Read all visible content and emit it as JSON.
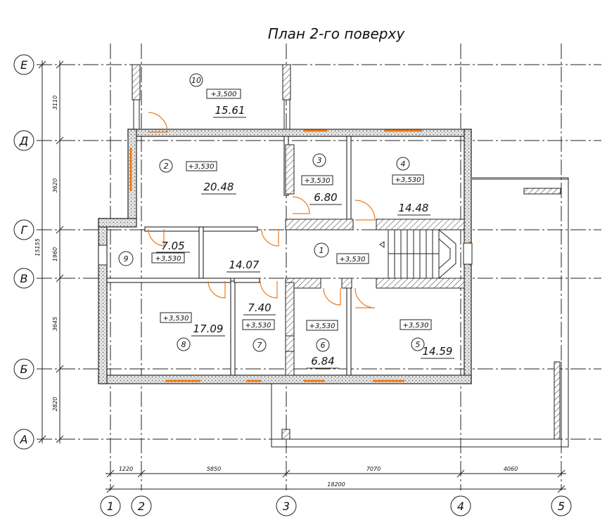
{
  "title": "План 2-го поверху",
  "axes_vertical": [
    {
      "id": "1",
      "label": "1"
    },
    {
      "id": "2",
      "label": "2"
    },
    {
      "id": "3",
      "label": "3"
    },
    {
      "id": "4",
      "label": "4"
    },
    {
      "id": "5",
      "label": "5"
    }
  ],
  "axes_horizontal": [
    {
      "id": "e",
      "label": "Е"
    },
    {
      "id": "d",
      "label": "Д"
    },
    {
      "id": "g",
      "label": "Г"
    },
    {
      "id": "v",
      "label": "В"
    },
    {
      "id": "b",
      "label": "Б"
    },
    {
      "id": "a",
      "label": "А"
    }
  ],
  "dimensions_bottom": [
    "1220",
    "5850",
    "7070",
    "4060"
  ],
  "dimension_total_bottom": "18200",
  "dimensions_left": [
    "3110",
    "3620",
    "1960",
    "3645",
    "2820"
  ],
  "dimension_total_left": "15155",
  "rooms": [
    {
      "num": "1",
      "level": "+3,530",
      "area": ""
    },
    {
      "num": "2",
      "level": "+3,530",
      "area": "20.48"
    },
    {
      "num": "3",
      "level": "+3,530",
      "area": "6.80"
    },
    {
      "num": "4",
      "level": "+3,530",
      "area": "14.48"
    },
    {
      "num": "5",
      "level": "+3,530",
      "area": "14.59"
    },
    {
      "num": "6",
      "level": "+3,530",
      "area": "6.84"
    },
    {
      "num": "7",
      "level": "+3,530",
      "area": "7.40"
    },
    {
      "num": "8",
      "level": "+3,530",
      "area": "17.09"
    },
    {
      "num": "9",
      "level": "+3,530",
      "area": "7.05"
    },
    {
      "num": "10",
      "level": "+3,500",
      "area": "15.61"
    }
  ],
  "hall_area": "14.07"
}
